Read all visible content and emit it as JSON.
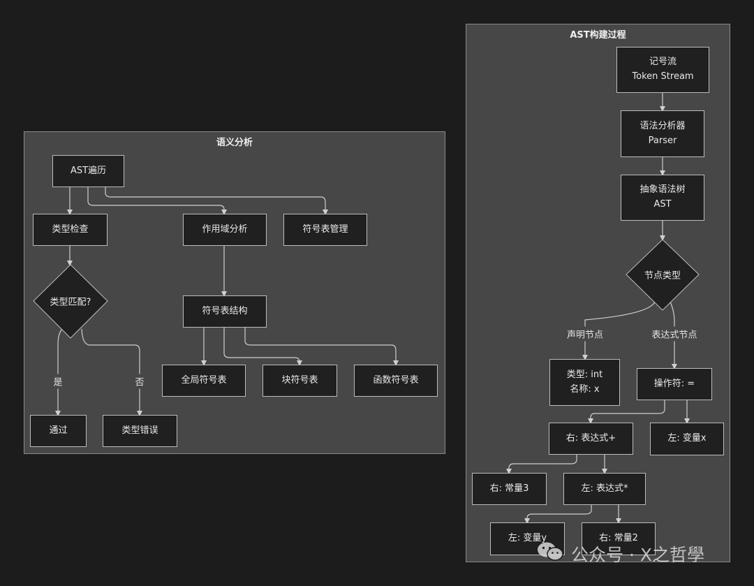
{
  "semantic": {
    "title": "语义分析",
    "ast_traverse": "AST遍历",
    "type_check": "类型检查",
    "scope_analysis": "作用域分析",
    "symbol_mgmt": "符号表管理",
    "type_match": "类型匹配?",
    "yes": "是",
    "no": "否",
    "pass": "通过",
    "type_error": "类型错误",
    "symbol_struct": "符号表结构",
    "global_table": "全局符号表",
    "block_table": "块符号表",
    "func_table": "函数符号表"
  },
  "ast": {
    "title": "AST构建过程",
    "token_stream": [
      "记号流",
      "Token Stream"
    ],
    "parser": [
      "语法分析器",
      "Parser"
    ],
    "ast_node": [
      "抽象语法树",
      "AST"
    ],
    "node_type": "节点类型",
    "decl_label": "声明节点",
    "expr_label": "表达式节点",
    "decl_node": [
      "类型: int",
      "名称: x"
    ],
    "operator": "操作符: =",
    "right_expr_plus": "右: 表达式+",
    "left_var_x": "左: 变量x",
    "right_const_3": "右: 常量3",
    "left_expr_mul": "左: 表达式*",
    "left_var_y": "左: 变量y",
    "right_const_2": "右: 常量2"
  },
  "watermark": {
    "text": "公众号 · X之哲學",
    "icon": "wechat-icon"
  }
}
